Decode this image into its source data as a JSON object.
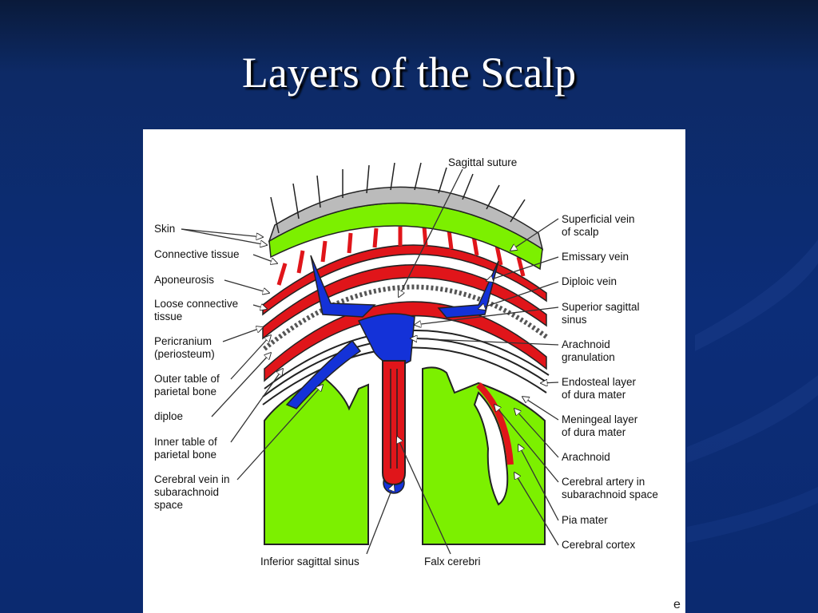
{
  "slide": {
    "title": "Layers of the Scalp",
    "colors": {
      "background": "#0c2d78",
      "title": "#ffffff",
      "bone": "#7CF000",
      "artery": "#e0151a",
      "vein": "#1432d8"
    }
  },
  "diagram": {
    "labels_left": [
      {
        "id": "skin",
        "lines": [
          "Skin"
        ]
      },
      {
        "id": "connective",
        "lines": [
          "Connective tissue"
        ]
      },
      {
        "id": "aponeurosis",
        "lines": [
          "Aponeurosis"
        ]
      },
      {
        "id": "loose",
        "lines": [
          "Loose connective",
          "tissue"
        ]
      },
      {
        "id": "pericranium",
        "lines": [
          "Pericranium",
          "(periosteum)"
        ]
      },
      {
        "id": "outer_table",
        "lines": [
          "Outer table of",
          "parietal bone"
        ]
      },
      {
        "id": "diploe",
        "lines": [
          "diploe"
        ]
      },
      {
        "id": "inner_table",
        "lines": [
          "Inner table of",
          "parietal bone"
        ]
      },
      {
        "id": "cerebral_vein",
        "lines": [
          "Cerebral vein in",
          "subarachnoid",
          "space"
        ]
      }
    ],
    "labels_right": [
      {
        "id": "superficial_vein",
        "lines": [
          "Superficial vein",
          "of scalp"
        ]
      },
      {
        "id": "emissary",
        "lines": [
          "Emissary vein"
        ]
      },
      {
        "id": "diploic",
        "lines": [
          "Diploic vein"
        ]
      },
      {
        "id": "superior_sinus",
        "lines": [
          "Superior sagittal",
          "sinus"
        ]
      },
      {
        "id": "arachnoid_gran",
        "lines": [
          "Arachnoid",
          "granulation"
        ]
      },
      {
        "id": "endosteal",
        "lines": [
          "Endosteal layer",
          "of dura mater"
        ]
      },
      {
        "id": "meningeal",
        "lines": [
          "Meningeal layer",
          "of dura mater"
        ]
      },
      {
        "id": "arachnoid",
        "lines": [
          "Arachnoid"
        ]
      },
      {
        "id": "cerebral_artery",
        "lines": [
          "Cerebral artery in",
          "subarachnoid space"
        ]
      },
      {
        "id": "pia",
        "lines": [
          "Pia mater"
        ]
      },
      {
        "id": "cortex",
        "lines": [
          "Cerebral cortex"
        ]
      }
    ],
    "label_top": "Sagittal suture",
    "label_bottom_left": "Inferior sagittal sinus",
    "label_bottom_right": "Falx cerebri",
    "corner_mark": "e"
  }
}
